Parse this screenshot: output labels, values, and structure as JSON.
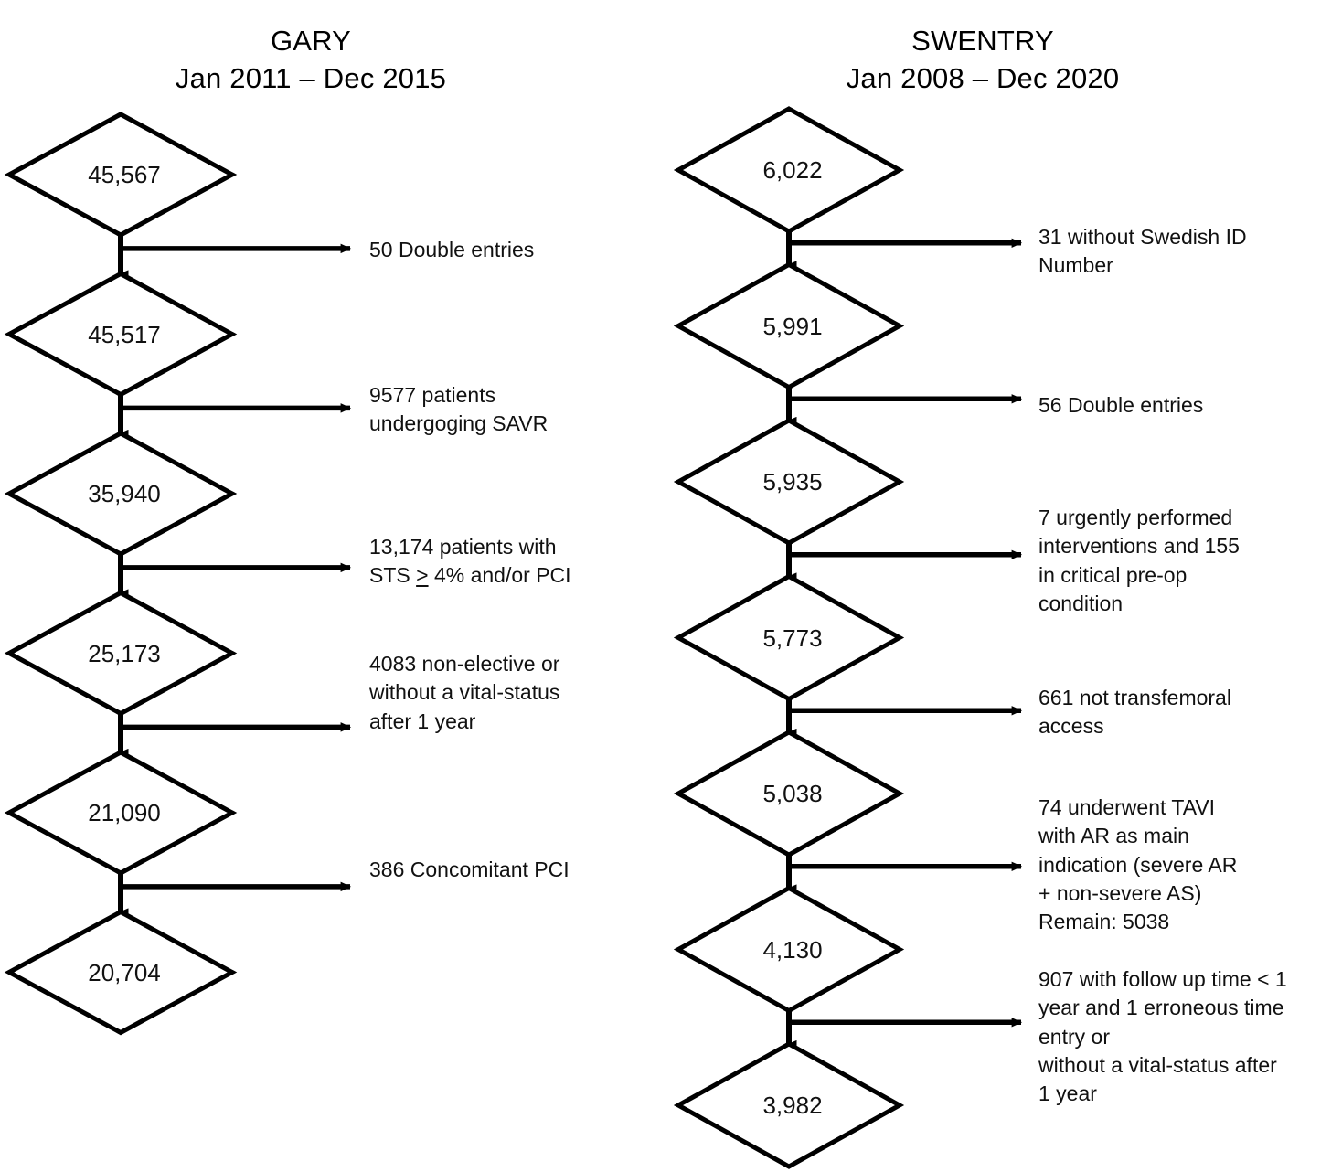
{
  "columns": [
    {
      "id": "gary",
      "title": "GARY\nJan 2011 – Dec 2015",
      "nodes": [
        {
          "value": "45,567"
        },
        {
          "value": "45,517"
        },
        {
          "value": "35,940"
        },
        {
          "value": "25,173"
        },
        {
          "value": "21,090"
        },
        {
          "value": "20,704"
        }
      ],
      "exclusions": [
        {
          "text": "50 Double entries"
        },
        {
          "text": "9577 patients\nundergoging SAVR"
        },
        {
          "text": "13,174 patients with\nSTS ≥ 4% and/or PCI"
        },
        {
          "text": "4083 non-elective or\nwithout a vital-status\nafter 1 year"
        },
        {
          "text": "386 Concomitant PCI"
        }
      ]
    },
    {
      "id": "swentry",
      "title": "SWENTRY\nJan 2008 – Dec 2020",
      "nodes": [
        {
          "value": "6,022"
        },
        {
          "value": "5,991"
        },
        {
          "value": "5,935"
        },
        {
          "value": "5,773"
        },
        {
          "value": "5,038"
        },
        {
          "value": "4,130"
        },
        {
          "value": "3,982"
        }
      ],
      "exclusions": [
        {
          "text": "31 without Swedish ID\nNumber"
        },
        {
          "text": "56 Double entries"
        },
        {
          "text": "7 urgently performed\ninterventions and 155\nin critical pre-op\ncondition"
        },
        {
          "text": "661 not transfemoral\naccess"
        },
        {
          "text": "74 underwent TAVI\nwith AR as main\nindication (severe AR\n+ non-severe AS)\nRemain: 5038"
        },
        {
          "text": "907 with follow up time < 1\nyear and 1 erroneous time\nentry or\nwithout a vital-status after\n1 year"
        }
      ]
    }
  ],
  "style": {
    "stroke_color": "#000000",
    "fill_color": "#ffffff",
    "text_color": "#111111"
  }
}
